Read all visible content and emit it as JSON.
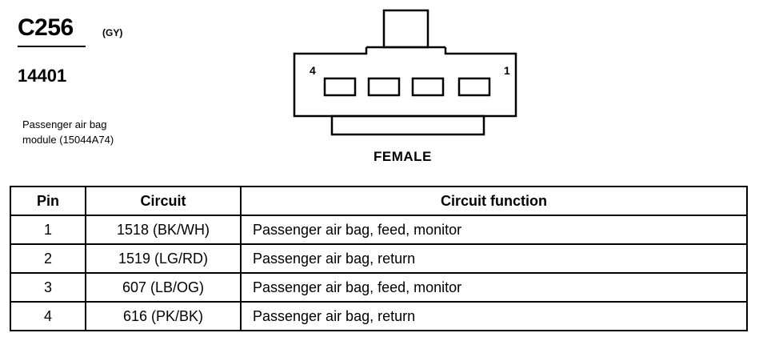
{
  "connector": {
    "id": "C256",
    "color_code": "(GY)",
    "part_number": "14401",
    "description_lines": [
      "Passenger air bag",
      "module (15044A74)"
    ],
    "gender": "FEMALE",
    "pin_label_left": "4",
    "pin_label_right": "1"
  },
  "table": {
    "headers": [
      "Pin",
      "Circuit",
      "Circuit function"
    ],
    "rows": [
      {
        "pin": "1",
        "circuit": "1518 (BK/WH)",
        "function": "Passenger air bag, feed, monitor"
      },
      {
        "pin": "2",
        "circuit": "1519 (LG/RD)",
        "function": "Passenger air bag, return"
      },
      {
        "pin": "3",
        "circuit": "607 (LB/OG)",
        "function": "Passenger air bag, feed, monitor"
      },
      {
        "pin": "4",
        "circuit": "616 (PK/BK)",
        "function": "Passenger air bag, return"
      }
    ]
  }
}
